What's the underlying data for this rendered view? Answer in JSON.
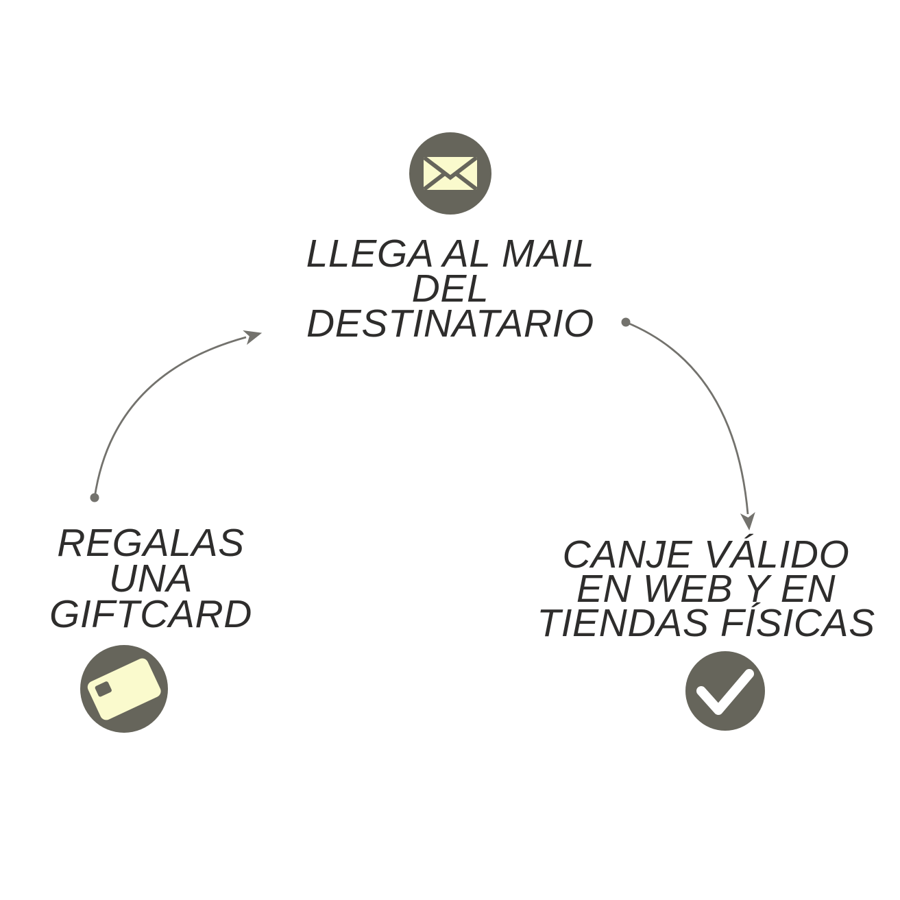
{
  "colors": {
    "background": "#ffffff",
    "icon_circle": "#66655b",
    "icon_fill": "#fafacd",
    "text": "#2e2d2c",
    "arrow": "#73726d"
  },
  "steps": [
    {
      "name": "gift",
      "icon": "giftcard-icon",
      "lines": [
        "REGALAS",
        "UNA",
        "GIFTCARD"
      ]
    },
    {
      "name": "mail",
      "icon": "envelope-icon",
      "lines": [
        "LLEGA AL MAIL",
        "DEL",
        "DESTINATARIO"
      ]
    },
    {
      "name": "redeem",
      "icon": "check-icon",
      "lines": [
        "CANJE VÁLIDO",
        "EN WEB Y EN",
        "TIENDAS FÍSICAS"
      ]
    }
  ]
}
